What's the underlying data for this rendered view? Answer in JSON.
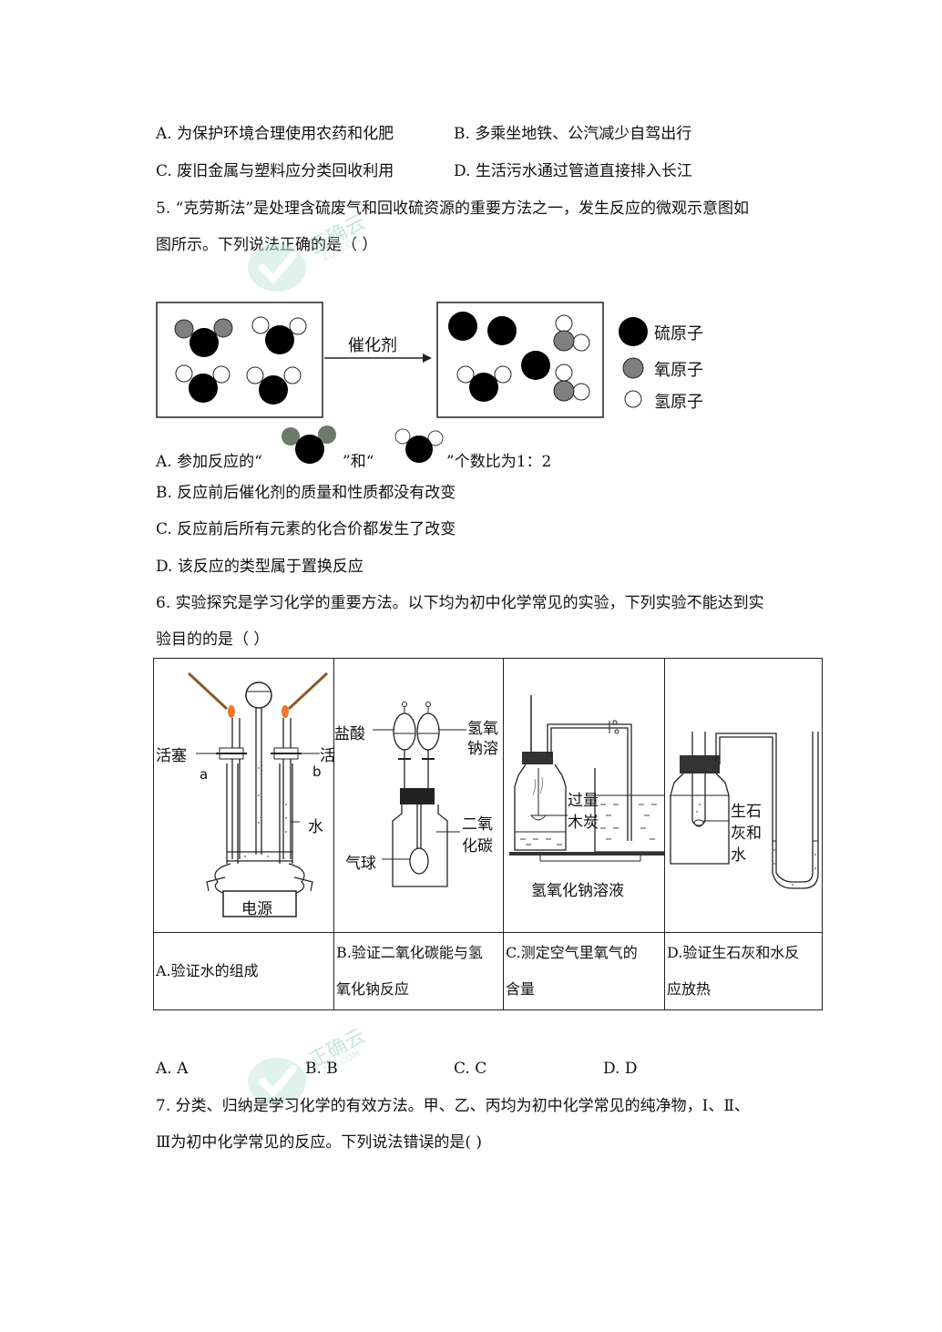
{
  "q4_options": {
    "a": "A.  为保护环境合理使用农药和化肥",
    "b": "B.  多乘坐地铁、公汽减少自驾出行",
    "c": "C.  废旧金属与塑料应分类回收利用",
    "d": "D.  生活污水通过管道直接排入长江"
  },
  "q5": {
    "stem_line1": "5.    “克劳斯法”是处理含硫废气和回收硫资源的重要方法之一，发生反应的微观示意图如",
    "stem_line2": "图所示。下列说法正确的是（    ）",
    "catalyst_label": "催化剂",
    "legend": {
      "sulfur": "硫原子",
      "oxygen": "氧原子",
      "hydrogen": "氢原子"
    },
    "option_a_part1": "A.  参加反应的“",
    "option_a_part2": "”和“",
    "option_a_part3": "”个数比为1：2",
    "option_b": "B.  反应前后催化剂的质量和性质都没有改变",
    "option_c": "C.  反应前后所有元素的化合价都发生了改变",
    "option_d": "D.  该反应的类型属于置换反应"
  },
  "q6": {
    "stem_line1": "6.    实验探究是学习化学的重要方法。以下均为初中化学常见的实验，下列实验不能达到实",
    "stem_line2": "验目的的是（    ）",
    "diagram_a": {
      "stopcock": "活塞",
      "stopcock_right": "活",
      "label_a": "a",
      "label_b": "b",
      "water": "水",
      "power": "电源"
    },
    "diagram_b": {
      "hcl": "盐酸",
      "naoh_1": "氢氧",
      "naoh_2": "钠溶",
      "co2_1": "二氧",
      "co2_2": "化碳",
      "balloon": "气球"
    },
    "diagram_c": {
      "excess_1": "过量",
      "excess_2": "木炭",
      "naoh_solution": "氢氧化钠溶液"
    },
    "diagram_d": {
      "line1": "生石",
      "line2": "灰和",
      "line3": "水"
    },
    "captions": {
      "a": "A.验证水的组成",
      "b_1": "B.验证二氧化碳能与氢",
      "b_2": "氧化钠反应",
      "c_1": "C.测定空气里氧气的",
      "c_2": "含量",
      "d_1": "D.验证生石灰和水反",
      "d_2": "应放热"
    },
    "options": {
      "a": "A. A",
      "b": "B. B",
      "c": "C. C",
      "d": "D. D"
    }
  },
  "q7": {
    "stem_line1": "7.    分类、归纳是学习化学的有效方法。甲、乙、丙均为初中化学常见的纯净物，Ⅰ、Ⅱ、",
    "stem_line2": "Ⅲ为初中化学常见的反应。下列说法错误的是(    )"
  },
  "watermark": {
    "brand": "正确云",
    "domain": "ZQY.COM"
  },
  "colors": {
    "sulfur_atom": "#000000",
    "oxygen_atom": "#808080",
    "hydrogen_atom": "#ffffff",
    "watermark": "#9fcfc6"
  }
}
